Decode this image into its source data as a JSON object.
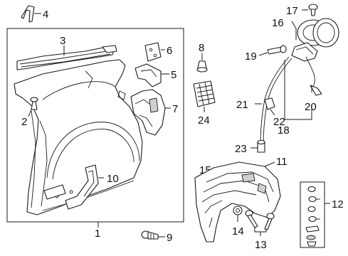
{
  "diagram": {
    "callouts": [
      "1",
      "2",
      "3",
      "4",
      "5",
      "6",
      "7",
      "8",
      "9",
      "10",
      "11",
      "12",
      "13",
      "14",
      "15",
      "16",
      "17",
      "18",
      "19",
      "20",
      "21",
      "22",
      "23",
      "24"
    ]
  }
}
